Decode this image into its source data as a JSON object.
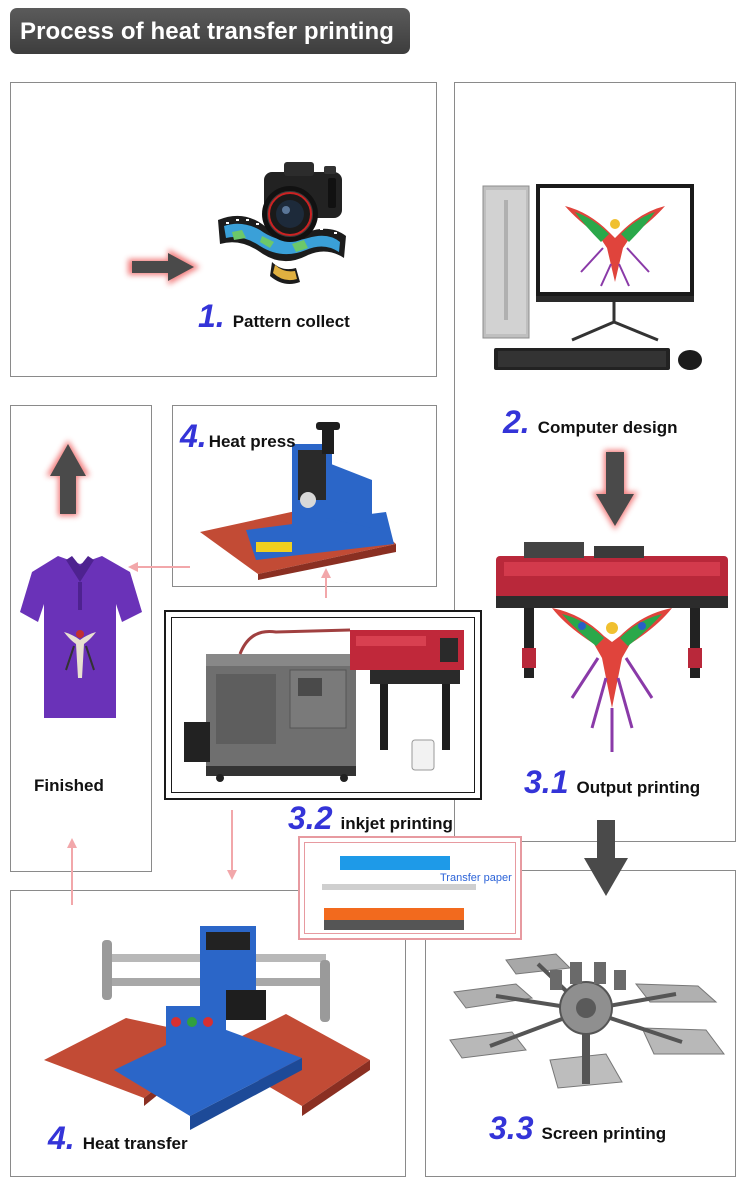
{
  "title": "Process of heat transfer printing",
  "steps": {
    "pattern_collect": {
      "num": "1.",
      "label": "Pattern collect"
    },
    "computer_design": {
      "num": "2.",
      "label": "Computer design"
    },
    "heat_press": {
      "num": "4.",
      "label": "Heat press"
    },
    "finished": {
      "label": "Finished"
    },
    "output_printing": {
      "num": "3.1",
      "label": "Output printing"
    },
    "inkjet_printing": {
      "num": "3.2",
      "label": "inkjet printing"
    },
    "heat_transfer": {
      "num": "4.",
      "label": "Heat transfer"
    },
    "screen_printing": {
      "num": "3.3",
      "label": "Screen printing"
    }
  },
  "transfer_paper": {
    "label": "Transfer paper"
  },
  "colors": {
    "accent_number": "#3434d8",
    "arrow_red": "#e03a3a",
    "arrow_dark": "#444444",
    "connector_pink": "#f2a7aa",
    "shirt_purple": "#6a32b8",
    "press_blue": "#2b66c8",
    "plate_red": "#c24b35",
    "printer_red": "#c0283a"
  },
  "icons": [
    "camera-icon",
    "film-strip-icon",
    "computer-icon",
    "heat-press-icon",
    "polo-shirt-icon",
    "large-format-printer-icon",
    "dtf-printer-icon",
    "heat-transfer-machine-icon",
    "screen-printing-carousel-icon"
  ]
}
